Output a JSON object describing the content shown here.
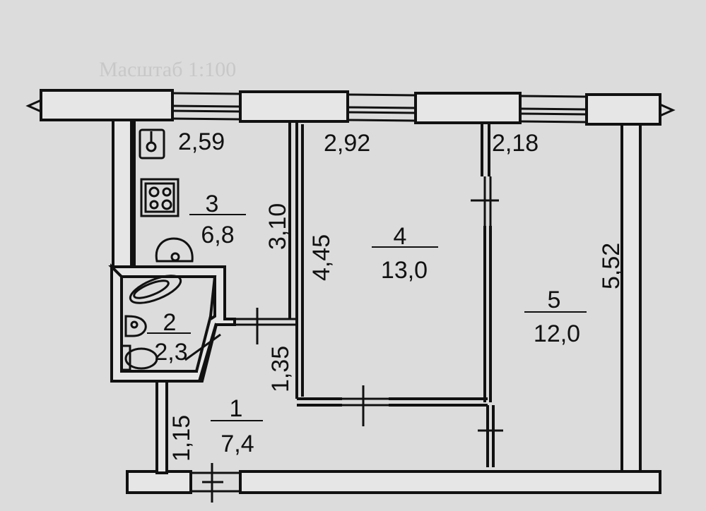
{
  "background_note": "Масштаб 1:100",
  "colors": {
    "paper": "#dcdcdc",
    "wall": "#111111",
    "wall_fill": "#e6e6e6"
  },
  "rooms": [
    {
      "id": "1",
      "number": "1",
      "area": "7,4"
    },
    {
      "id": "2",
      "number": "2",
      "area": "2,3"
    },
    {
      "id": "3",
      "number": "3",
      "area": "6,8"
    },
    {
      "id": "4",
      "number": "4",
      "area": "13,0"
    },
    {
      "id": "5",
      "number": "5",
      "area": "12,0"
    }
  ],
  "dimensions": {
    "kitchen_width": "2,59",
    "room4_width": "2,92",
    "room5_width": "2,18",
    "kitchen_depth": "3,10",
    "room4_depth": "4,45",
    "room5_depth": "5,52",
    "hall_depth": "1,35",
    "entry_width": "1,15"
  },
  "fixtures": [
    "sink-icon",
    "stove-icon",
    "washbasin-icon",
    "bathtub-icon",
    "toilet-icon"
  ]
}
